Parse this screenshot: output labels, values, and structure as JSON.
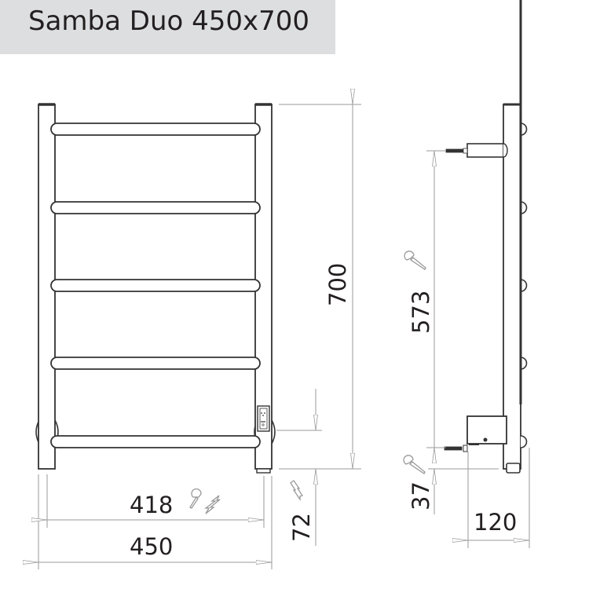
{
  "title": "Samba Duo 450x700",
  "colors": {
    "title_background": "#dddedf",
    "line": "#333333",
    "dimension_line": "#9a9a9a",
    "text": "#231f20"
  },
  "dimensions": {
    "overall_width": "450",
    "mount_spacing": "418",
    "overall_height": "700",
    "bottom_offset": "72",
    "bracket_spacing": "573",
    "bracket_bottom_offset": "37",
    "depth": "120"
  },
  "front_view": {
    "rails": 5,
    "icons": [
      "screw-icon",
      "electric-icon"
    ]
  },
  "side_view": {
    "icons": [
      "screw-icon",
      "screw-icon"
    ]
  }
}
